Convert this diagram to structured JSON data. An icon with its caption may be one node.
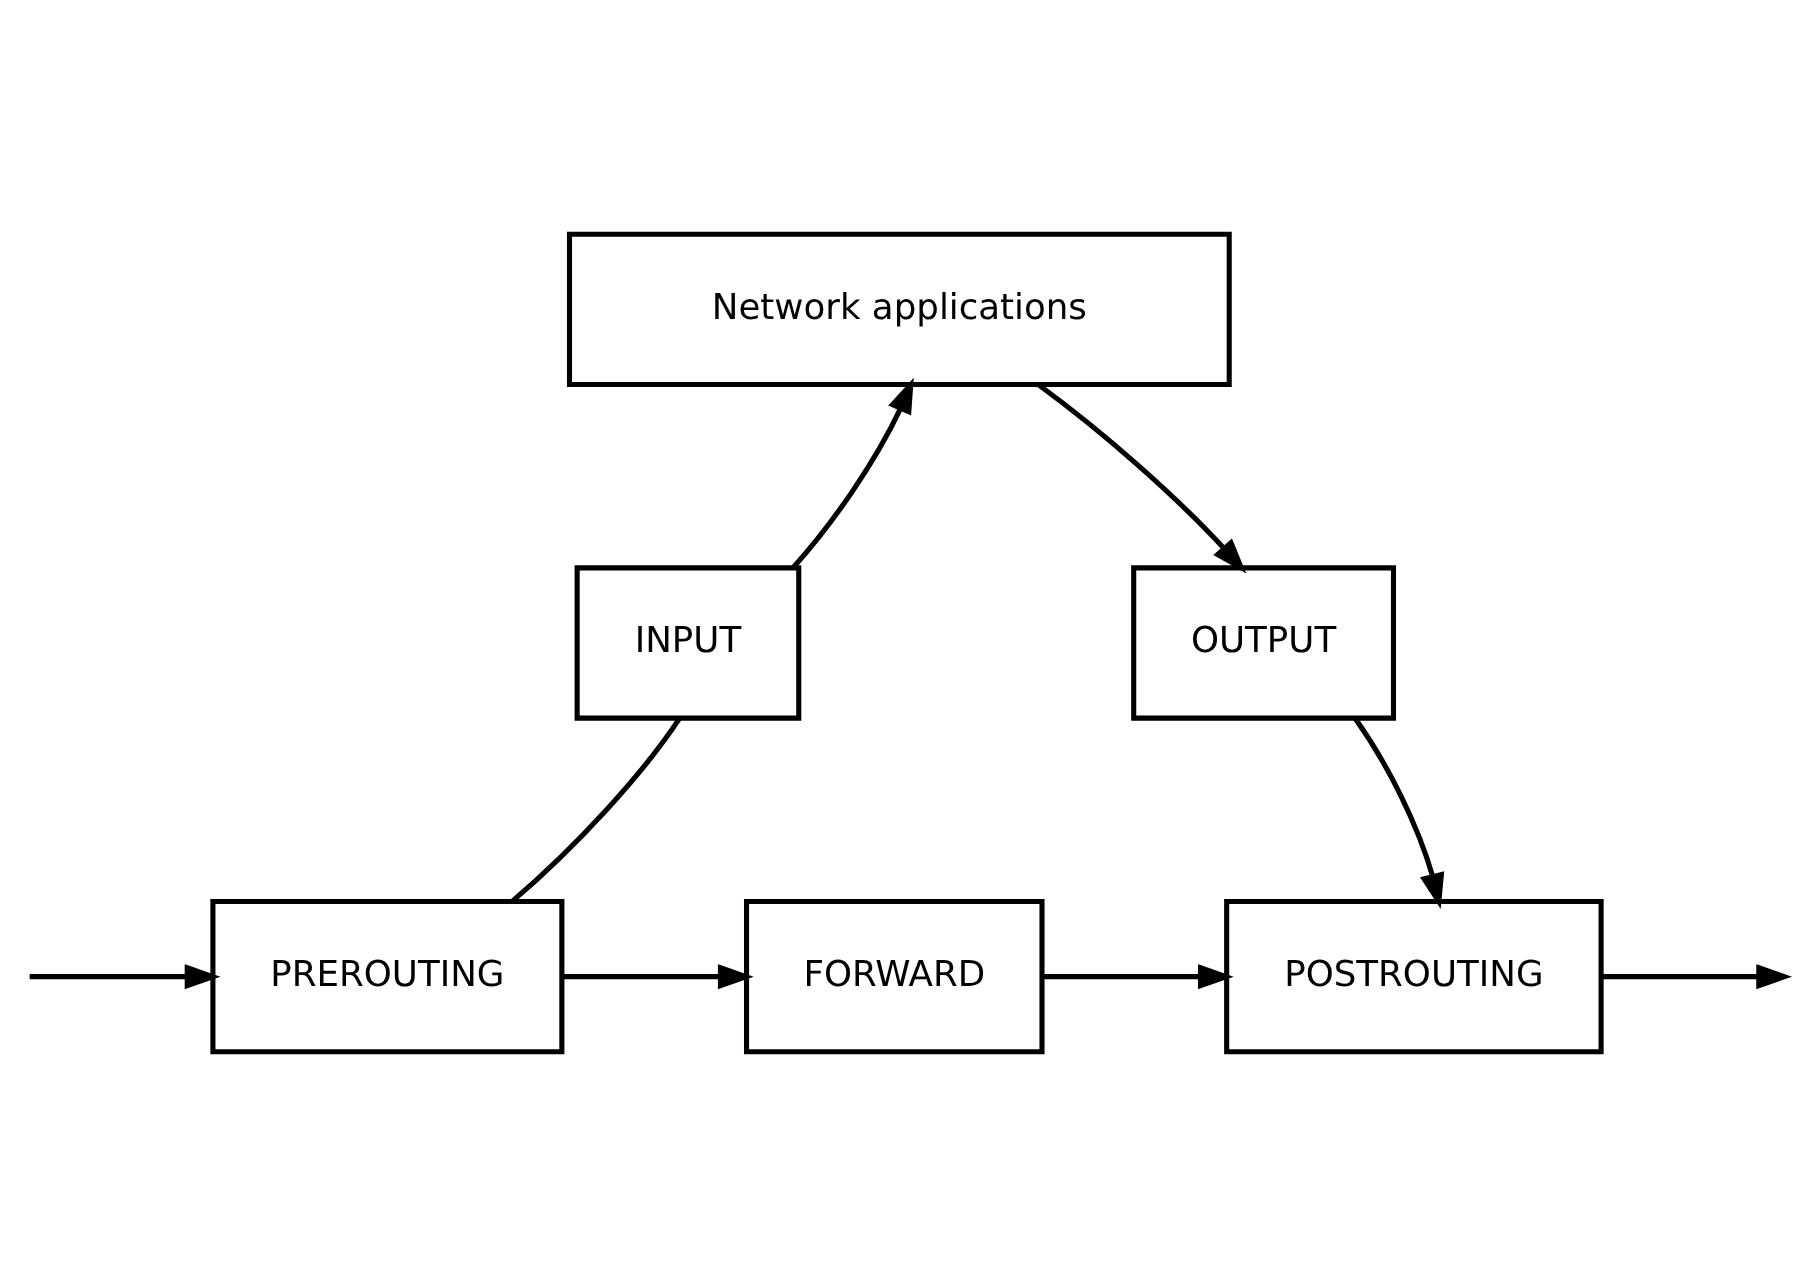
{
  "diagram": {
    "nodes": [
      {
        "text": [
          "Network applications"
        ]
      },
      {
        "text": [
          "INPUT"
        ]
      },
      {
        "text": [
          "OUTPUT"
        ]
      },
      {
        "text": [
          "PREROUTING"
        ]
      },
      {
        "text": [
          "FORWARD"
        ]
      },
      {
        "text": [
          "POSTROUTING"
        ]
      }
    ],
    "edges": [
      {
        "from": null,
        "to": 3,
        "arrow": "to"
      },
      {
        "from": 3,
        "to": 4,
        "arrow": "to"
      },
      {
        "from": 3,
        "to": 1,
        "arrow": "none"
      },
      {
        "from": 1,
        "to": 0,
        "arrow": "to"
      },
      {
        "from": 0,
        "to": 2,
        "arrow": "to"
      },
      {
        "from": 2,
        "to": 5,
        "arrow": "to"
      },
      {
        "from": 4,
        "to": 5,
        "arrow": "to"
      },
      {
        "from": 5,
        "to": null,
        "arrow": "to"
      }
    ]
  }
}
